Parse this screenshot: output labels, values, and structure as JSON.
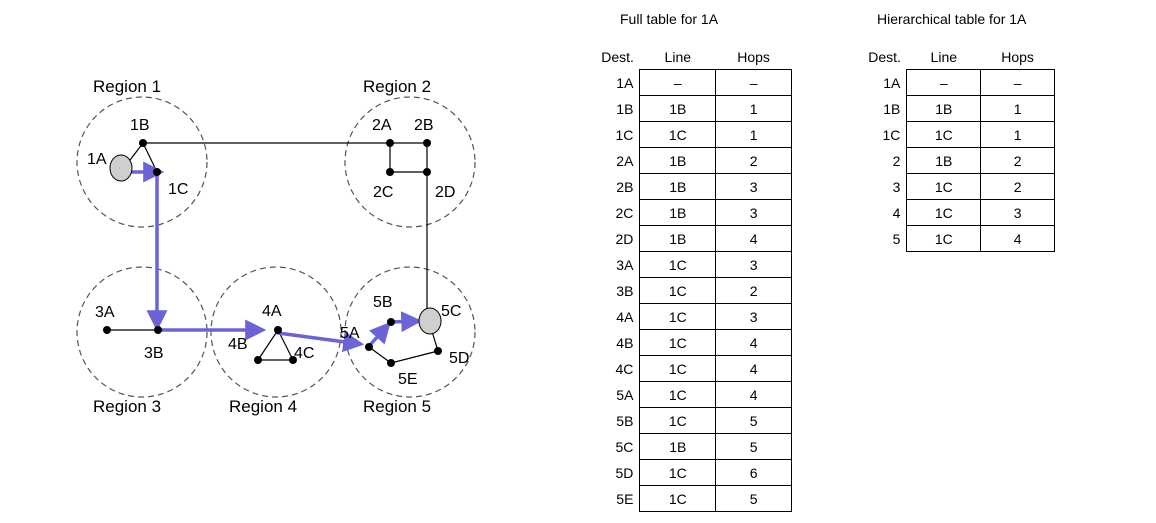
{
  "regions": {
    "r1": "Region 1",
    "r2": "Region 2",
    "r3": "Region 3",
    "r4": "Region 4",
    "r5": "Region 5"
  },
  "nodes": {
    "n1A": "1A",
    "n1B": "1B",
    "n1C": "1C",
    "n2A": "2A",
    "n2B": "2B",
    "n2C": "2C",
    "n2D": "2D",
    "n3A": "3A",
    "n3B": "3B",
    "n4A": "4A",
    "n4B": "4B",
    "n4C": "4C",
    "n5A": "5A",
    "n5B": "5B",
    "n5C": "5C",
    "n5D": "5D",
    "n5E": "5E"
  },
  "colors": {
    "path": "#6b63d6",
    "source_fill": "#cfcfcf"
  },
  "full_table": {
    "caption": "Full table for 1A",
    "headers": {
      "dest": "Dest.",
      "line": "Line",
      "hops": "Hops"
    },
    "rows": [
      {
        "dest": "1A",
        "line": "–",
        "hops": "–"
      },
      {
        "dest": "1B",
        "line": "1B",
        "hops": "1"
      },
      {
        "dest": "1C",
        "line": "1C",
        "hops": "1"
      },
      {
        "dest": "2A",
        "line": "1B",
        "hops": "2"
      },
      {
        "dest": "2B",
        "line": "1B",
        "hops": "3"
      },
      {
        "dest": "2C",
        "line": "1B",
        "hops": "3"
      },
      {
        "dest": "2D",
        "line": "1B",
        "hops": "4"
      },
      {
        "dest": "3A",
        "line": "1C",
        "hops": "3"
      },
      {
        "dest": "3B",
        "line": "1C",
        "hops": "2"
      },
      {
        "dest": "4A",
        "line": "1C",
        "hops": "3"
      },
      {
        "dest": "4B",
        "line": "1C",
        "hops": "4"
      },
      {
        "dest": "4C",
        "line": "1C",
        "hops": "4"
      },
      {
        "dest": "5A",
        "line": "1C",
        "hops": "4"
      },
      {
        "dest": "5B",
        "line": "1C",
        "hops": "5"
      },
      {
        "dest": "5C",
        "line": "1B",
        "hops": "5"
      },
      {
        "dest": "5D",
        "line": "1C",
        "hops": "6"
      },
      {
        "dest": "5E",
        "line": "1C",
        "hops": "5"
      }
    ]
  },
  "hier_table": {
    "caption": "Hierarchical table for 1A",
    "headers": {
      "dest": "Dest.",
      "line": "Line",
      "hops": "Hops"
    },
    "rows": [
      {
        "dest": "1A",
        "line": "–",
        "hops": "–"
      },
      {
        "dest": "1B",
        "line": "1B",
        "hops": "1"
      },
      {
        "dest": "1C",
        "line": "1C",
        "hops": "1"
      },
      {
        "dest": "2",
        "line": "1B",
        "hops": "2"
      },
      {
        "dest": "3",
        "line": "1C",
        "hops": "2"
      },
      {
        "dest": "4",
        "line": "1C",
        "hops": "3"
      },
      {
        "dest": "5",
        "line": "1C",
        "hops": "4"
      }
    ]
  }
}
